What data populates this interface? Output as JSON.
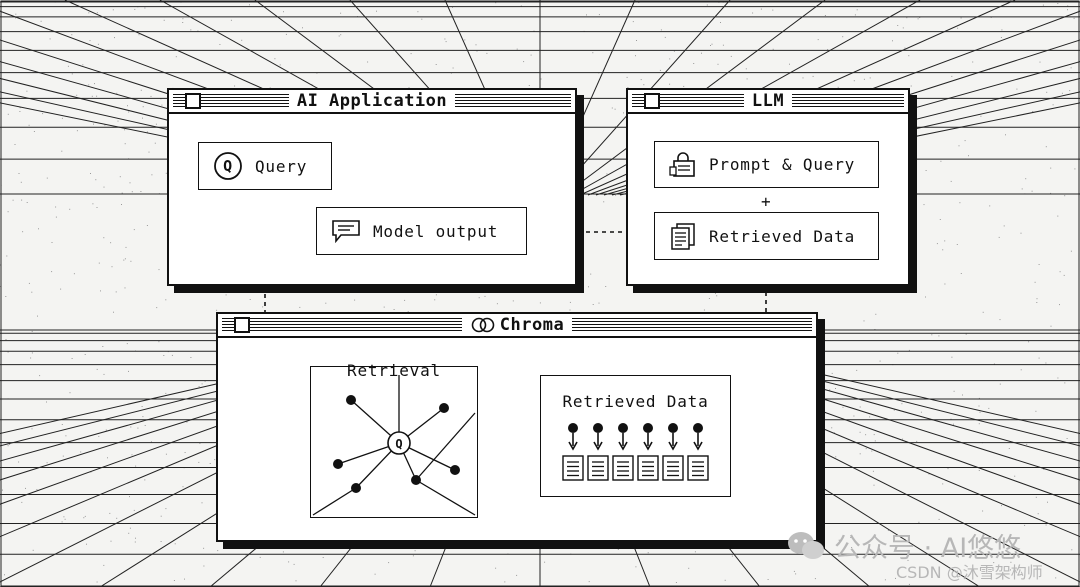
{
  "windows": {
    "app": {
      "title": "AI Application"
    },
    "llm": {
      "title": "LLM"
    },
    "chroma": {
      "title": "Chroma"
    }
  },
  "nodes": {
    "query": "Query",
    "model_output": "Model output",
    "prompt_query": "Prompt & Query",
    "plus": "+",
    "retrieved_llm": "Retrieved Data",
    "retrieval": "Retrieval",
    "retrieved_chroma": "Retrieved Data",
    "q_glyph": "Q"
  },
  "watermark": {
    "line1": "公众号 · AI悠悠",
    "line2": "CSDN @沐雪架构师"
  },
  "colors": {
    "ink": "#111111",
    "paper": "#ffffff",
    "background": "#f4f4f2"
  }
}
